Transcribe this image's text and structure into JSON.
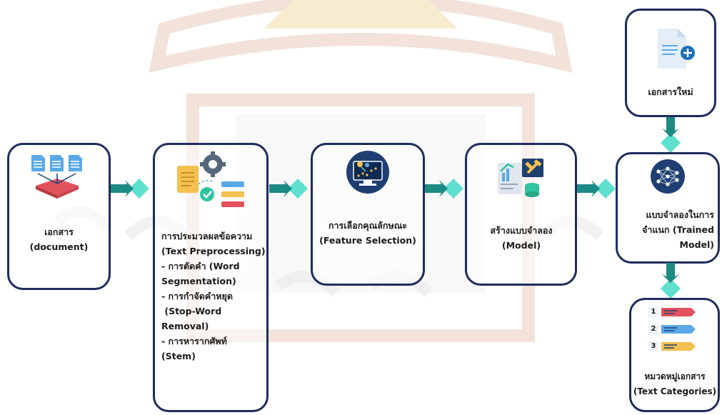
{
  "nodes": {
    "document": {
      "line1": "เอกสาร",
      "line2": "(document)"
    },
    "preprocess": {
      "lines": [
        "การประมวลผลข้อความ",
        "(Text Preprocessing)",
        "- การตัดคำ (Word",
        "Segmentation)",
        "- การกำจัดคำหยุด",
        " (Stop-Word",
        "Removal)",
        "- การหารากศัพท์",
        "(Stem)"
      ]
    },
    "feature": {
      "line1": "การเลือกคุณลักษณะ",
      "line2": "(Feature Selection)"
    },
    "model": {
      "line1": "สร้างแบบจำลอง",
      "line2": "(Model)"
    },
    "new_document": {
      "label": "เอกสารใหม่"
    },
    "trained": {
      "line1": "แบบจำลองในการ",
      "line2": "จำแนก (Trained",
      "line3": "Model)"
    },
    "categories": {
      "line1": "หมวดหมู่เอกสาร",
      "line2": "(Text Categories)",
      "items": [
        "1",
        "2",
        "3"
      ]
    }
  },
  "colors": {
    "border": "#1f2c5c",
    "arrow_dark": "#1d8a84",
    "arrow_light": "#5fe0cf",
    "icon_navy": "#1f3f73",
    "category_red": "#e2525c",
    "category_blue": "#5aa9e6",
    "category_yellow": "#f2c14e"
  },
  "icons": [
    "documents-icon",
    "preprocessing-icon",
    "feature-selection-icon",
    "model-build-icon",
    "new-document-icon",
    "neural-network-icon",
    "categories-icon"
  ]
}
